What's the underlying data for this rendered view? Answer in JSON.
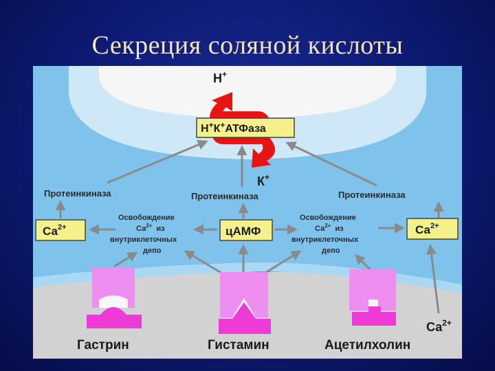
{
  "title": "Секреция соляной кислоты",
  "colors": {
    "lumen": "#f6f6f6",
    "membrane": "#cfe8f8",
    "cytoplasm": "#7fc3ec",
    "extracellular": "#d2d2d2",
    "enzyme_box": "#f4f08a",
    "receptor": "#ee8ef0",
    "ligand": "#ee3ad6",
    "pump_arrow": "#e81414",
    "arrow": "#8a8a8a"
  },
  "lumen_ion": "Н",
  "lumen_ion_charge": "+",
  "pump": {
    "p1": "Н",
    "p2": "К",
    "p3": "АТФаза",
    "charge": "+"
  },
  "k_ion": "К",
  "k_ion_charge": "+",
  "kinase_left": "Протеинкиназа",
  "kinase_center": "Протеинкиназа",
  "kinase_right": "Протеинкиназа",
  "release_left": {
    "line1": "Освобождение",
    "line2a": "Са",
    "line2b": "из",
    "line3": "внутриклеточных",
    "line4": "депо",
    "charge": "2+"
  },
  "release_right": {
    "line1": "Освобождение",
    "line2a": "Са",
    "line2b": "из",
    "line3": "внутриклеточных",
    "line4": "депо",
    "charge": "2+"
  },
  "ca_left": {
    "text": "Са",
    "charge": "2+"
  },
  "ca_right": {
    "text": "Са",
    "charge": "2+"
  },
  "camp": "цАМФ",
  "ca_outside": {
    "text": "Са",
    "charge": "2+"
  },
  "ligands": {
    "gastrin": "Гастрин",
    "histamine": "Гистамин",
    "acetylcholine": "Ацетилхолин"
  }
}
